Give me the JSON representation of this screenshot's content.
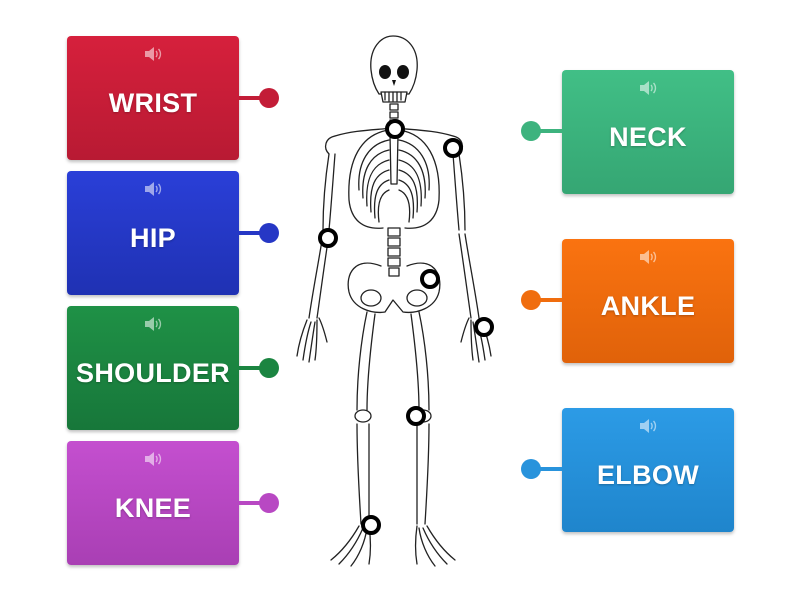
{
  "left_cards": [
    {
      "label": "WRIST",
      "color": "#d6203c",
      "color_bottom": "#b81a33"
    },
    {
      "label": "HIP",
      "color": "#2a3fd8",
      "color_bottom": "#1f31b3"
    },
    {
      "label": "SHOULDER",
      "color": "#1f9146",
      "color_bottom": "#17773a"
    },
    {
      "label": "KNEE",
      "color": "#c44fcf",
      "color_bottom": "#a93fb4"
    }
  ],
  "right_cards": [
    {
      "label": "NECK",
      "color": "#41bf86",
      "color_bottom": "#35a673"
    },
    {
      "label": "ANKLE",
      "color": "#fa7310",
      "color_bottom": "#e0620a"
    },
    {
      "label": "ELBOW",
      "color": "#2c9be6",
      "color_bottom": "#1f85cc"
    }
  ],
  "icons": {
    "card_audio": "speaker-icon"
  },
  "diagram": {
    "image": "human-skeleton"
  }
}
